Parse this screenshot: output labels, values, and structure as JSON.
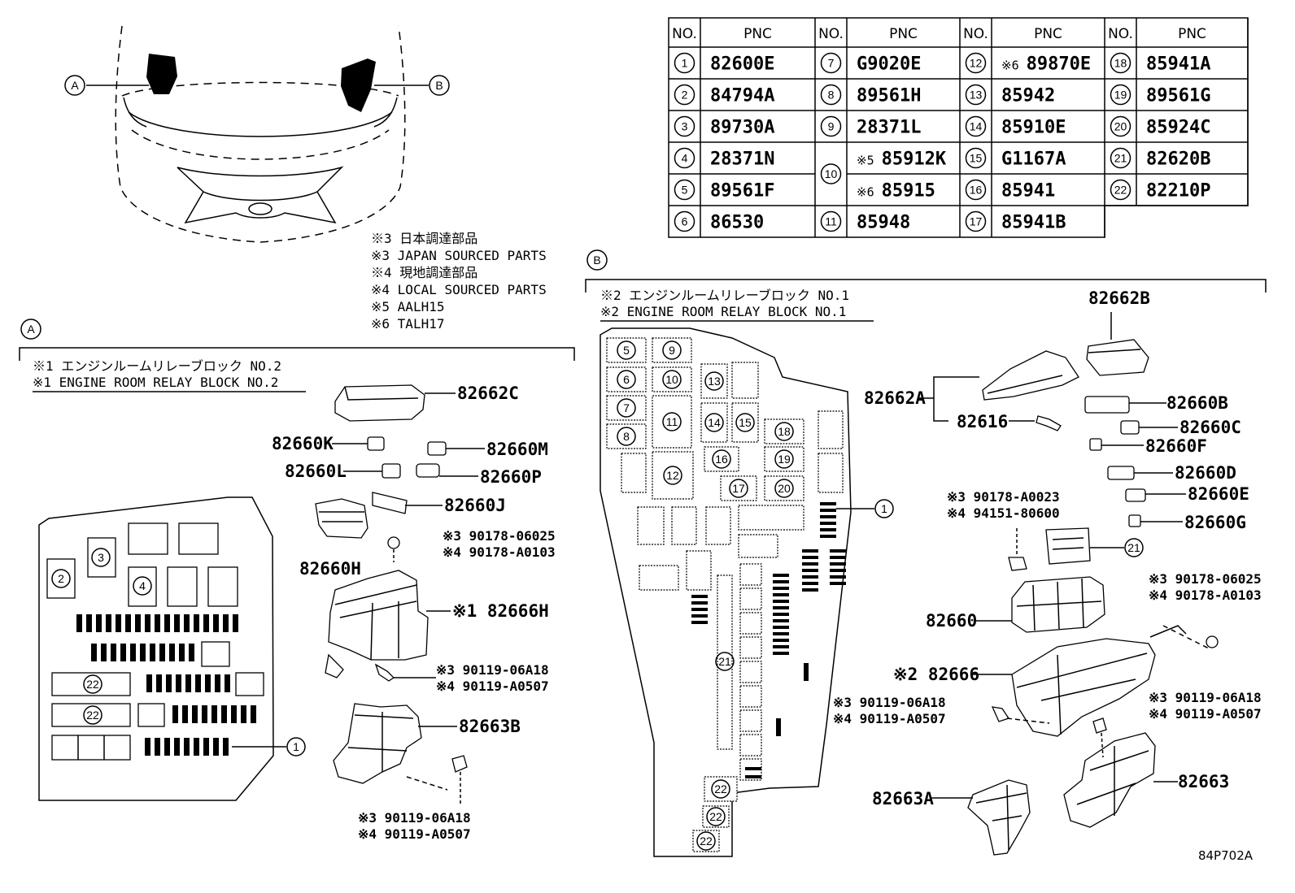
{
  "table": {
    "headers": [
      "NO.",
      "PNC",
      "NO.",
      "PNC",
      "NO.",
      "PNC",
      "NO.",
      "PNC"
    ],
    "rows": [
      [
        "1",
        "82600E",
        "7",
        "G9020E",
        "12",
        "※6 89870E",
        "18",
        "85941A"
      ],
      [
        "2",
        "84794A",
        "8",
        "89561H",
        "13",
        "85942",
        "19",
        "89561G"
      ],
      [
        "3",
        "89730A",
        "9",
        "28371L",
        "14",
        "85910E",
        "20",
        "85924C"
      ],
      [
        "4",
        "28371N",
        "10",
        "※5 85912K",
        "15",
        "G1167A",
        "21",
        "82620B"
      ],
      [
        "5",
        "89561F",
        "",
        "※6 85915",
        "16",
        "85941",
        "22",
        "82210P"
      ],
      [
        "6",
        "86530",
        "11",
        "85948",
        "17",
        "85941B",
        "",
        ""
      ]
    ]
  },
  "notes": [
    "※3 日本調達部品",
    "※3 JAPAN SOURCED PARTS",
    "※4 現地調達部品",
    "※4 LOCAL SOURCED PARTS",
    "※5 AALH15",
    "※6 TALH17"
  ],
  "markers": {
    "a": "A",
    "b": "B"
  },
  "section_a": {
    "title_jp": "※1 エンジンルームリレーブロック NO.2",
    "title_en": "※1 ENGINE ROOM RELAY BLOCK NO.2",
    "labels": {
      "82662C": "82662C",
      "82660K": "82660K",
      "82660M": "82660M",
      "82660L": "82660L",
      "82660P": "82660P",
      "82660J": "82660J",
      "82660H": "82660H",
      "bolt1_a": "※3 90178-06025",
      "bolt1_b": "※4 90178-A0103",
      "82666H": "※1 82666H",
      "bolt2_a": "※3 90119-06A18",
      "bolt2_b": "※4 90119-A0507",
      "82663B": "82663B",
      "bolt3_a": "※3 90119-06A18",
      "bolt3_b": "※4 90119-A0507"
    },
    "callouts": [
      "1",
      "2",
      "3",
      "4",
      "22",
      "22"
    ]
  },
  "section_b": {
    "title_jp": "※2 エンジンルームリレーブロック NO.1",
    "title_en": "※2 ENGINE ROOM RELAY BLOCK NO.1",
    "labels": {
      "82662B": "82662B",
      "82662A": "82662A",
      "82660B": "82660B",
      "82660C": "82660C",
      "82616": "82616",
      "82660F": "82660F",
      "82660D": "82660D",
      "82660E": "82660E",
      "82660G": "82660G",
      "scr1_a": "※3 90178-A0023",
      "scr1_b": "※4 94151-80600",
      "82660": "82660",
      "bolt4_a": "※3 90178-06025",
      "bolt4_b": "※4 90178-A0103",
      "82666": "※2 82666",
      "bolt5_a": "※3 90119-06A18",
      "bolt5_b": "※4 90119-A0507",
      "bolt6_a": "※3 90119-06A18",
      "bolt6_b": "※4 90119-A0507",
      "82663A": "82663A",
      "82663": "82663"
    },
    "callouts": [
      "5",
      "9",
      "6",
      "10",
      "7",
      "11",
      "8",
      "12",
      "13",
      "14",
      "15",
      "16",
      "17",
      "18",
      "19",
      "20",
      "21",
      "22",
      "22",
      "22",
      "1",
      "21"
    ]
  },
  "figure_code": "84P702A"
}
